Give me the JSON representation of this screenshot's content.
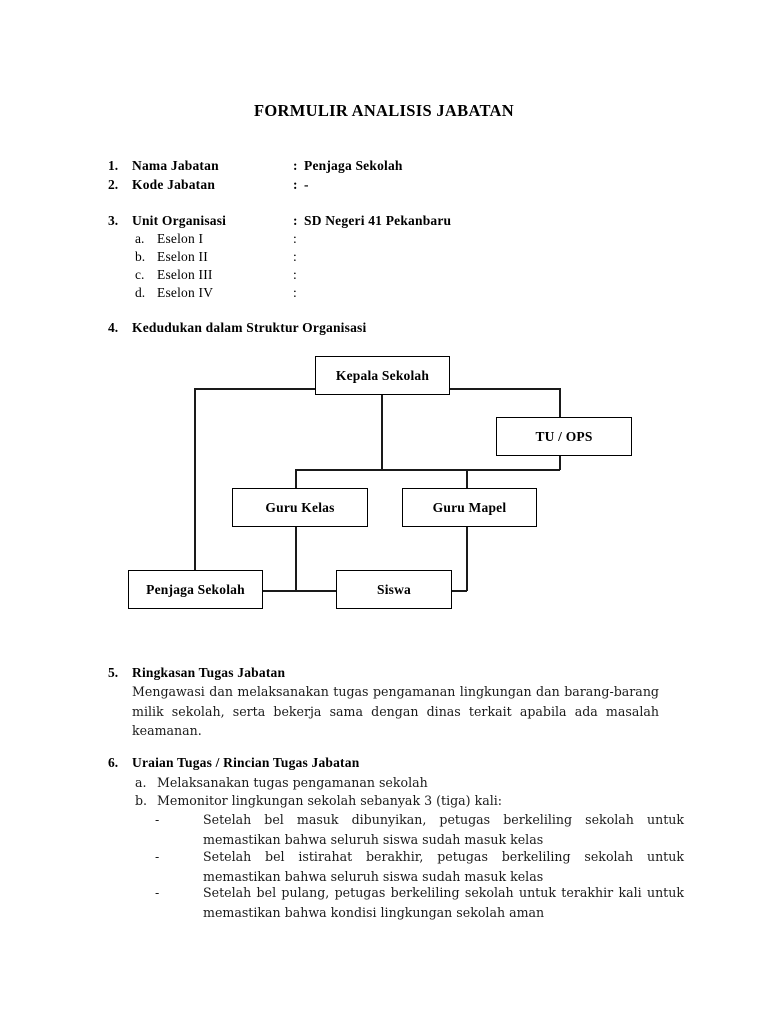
{
  "document": {
    "title": "FORMULIR ANALISIS JABATAN"
  },
  "fields": [
    {
      "num": "1.",
      "label": "Nama Jabatan",
      "colon": ":",
      "value": "Penjaga Sekolah"
    },
    {
      "num": "2.",
      "label": "Kode Jabatan",
      "colon": ":",
      "value": "-"
    },
    {
      "num": "3.",
      "label": "Unit Organisasi",
      "colon": ":",
      "value": "SD Negeri 41 Pekanbaru"
    }
  ],
  "eselon": [
    {
      "num": "a.",
      "label": "Eselon I",
      "colon": ":",
      "value": ""
    },
    {
      "num": "b.",
      "label": "Eselon II",
      "colon": ":",
      "value": ""
    },
    {
      "num": "c.",
      "label": "Eselon III",
      "colon": ":",
      "value": ""
    },
    {
      "num": "d.",
      "label": "Eselon IV",
      "colon": ":",
      "value": ""
    }
  ],
  "section4": {
    "num": "4.",
    "title": "Kedudukan dalam Struktur Organisasi"
  },
  "org_chart": {
    "nodes": [
      {
        "id": "kepala-sekolah",
        "label": "Kepala Sekolah"
      },
      {
        "id": "tu-ops",
        "label": "TU / OPS"
      },
      {
        "id": "guru-kelas",
        "label": "Guru Kelas"
      },
      {
        "id": "guru-mapel",
        "label": "Guru Mapel"
      },
      {
        "id": "penjaga-sekolah",
        "label": "Penjaga Sekolah"
      },
      {
        "id": "siswa",
        "label": "Siswa"
      }
    ],
    "line_color": "#1a1a1a",
    "box_border_color": "#000000"
  },
  "section5": {
    "num": "5.",
    "title": "Ringkasan Tugas Jabatan",
    "body": "Mengawasi dan melaksanakan tugas pengamanan lingkungan dan barang-barang milik sekolah, serta bekerja sama dengan dinas terkait apabila ada masalah keamanan."
  },
  "section6": {
    "num": "6.",
    "title": "Uraian Tugas / Rincian Tugas Jabatan",
    "items": [
      {
        "marker": "a.",
        "text": "Melaksanakan tugas pengamanan sekolah"
      },
      {
        "marker": "b.",
        "text": "Memonitor lingkungan sekolah sebanyak 3 (tiga) kali:"
      }
    ],
    "subitems": [
      {
        "marker": "-",
        "text": "Setelah bel masuk dibunyikan, petugas berkeliling sekolah untuk memastikan bahwa seluruh siswa sudah masuk kelas"
      },
      {
        "marker": "-",
        "text": "Setelah bel istirahat berakhir, petugas berkeliling sekolah untuk memastikan bahwa seluruh siswa sudah masuk kelas"
      },
      {
        "marker": "-",
        "text": "Setelah bel pulang, petugas berkeliling sekolah untuk terakhir kali untuk memastikan bahwa kondisi lingkungan sekolah aman"
      }
    ]
  }
}
